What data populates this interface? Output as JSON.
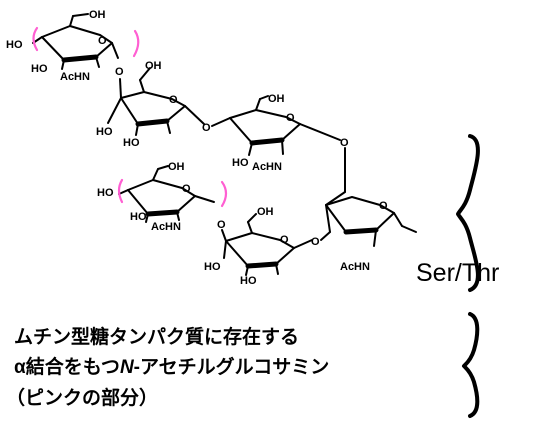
{
  "molecule": {
    "substituents": {
      "oh": "OH",
      "ho": "HO",
      "acetamido": "AcHN"
    },
    "aglycone": "Ser/Thr"
  },
  "caption": {
    "line1": "ムチン型糖タンパク質に存在する",
    "line2_alpha": "α",
    "line2_a": "結合をもつ",
    "line2_italic": "N",
    "line2_b": "-アセチルグルコサミン",
    "line3": "（ピンクの部分）"
  },
  "colors": {
    "highlight": "#ff5fd2",
    "ink": "#000000"
  }
}
